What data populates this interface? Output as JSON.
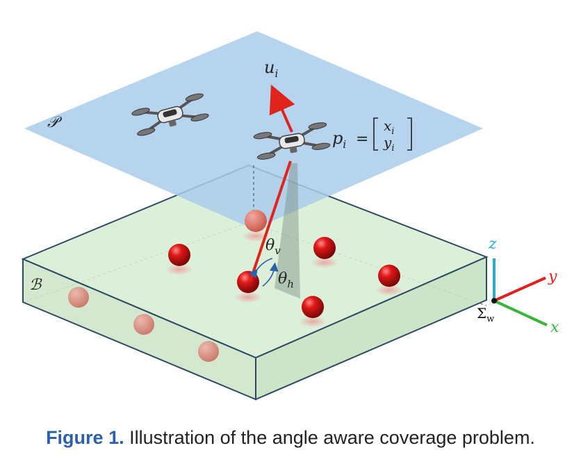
{
  "labels": {
    "plane_p": "𝒫",
    "box_b": "ℬ",
    "control_input": "u",
    "control_input_sub": "i",
    "position": "p",
    "position_sub": "i",
    "equals": "=",
    "vec_x": "x",
    "vec_x_sub": "i",
    "vec_y": "y",
    "vec_y_sub": "i",
    "theta_v": "θ",
    "theta_v_sub": "v",
    "theta_h": "θ",
    "theta_h_sub": "h",
    "axis_z": "z",
    "axis_y": "y",
    "axis_x": "x",
    "world_frame": "Σ",
    "world_frame_sub": "w"
  },
  "caption": {
    "figure_label": "Figure 1.",
    "text": " Illustration of the angle aware coverage problem."
  },
  "colors": {
    "plane_fill": "#a9cdea",
    "box_fill": "#d6ecd2",
    "box_edge": "#2d4a63",
    "sphere": "#d81c1c",
    "arrow": "#e0241c",
    "axis_x": "#3cb33c",
    "axis_y": "#e02020",
    "axis_z": "#2aa6e0",
    "caption_accent": "#2a61a8"
  },
  "icons": [
    "drone-icon",
    "sphere-marker",
    "angle-arc"
  ]
}
